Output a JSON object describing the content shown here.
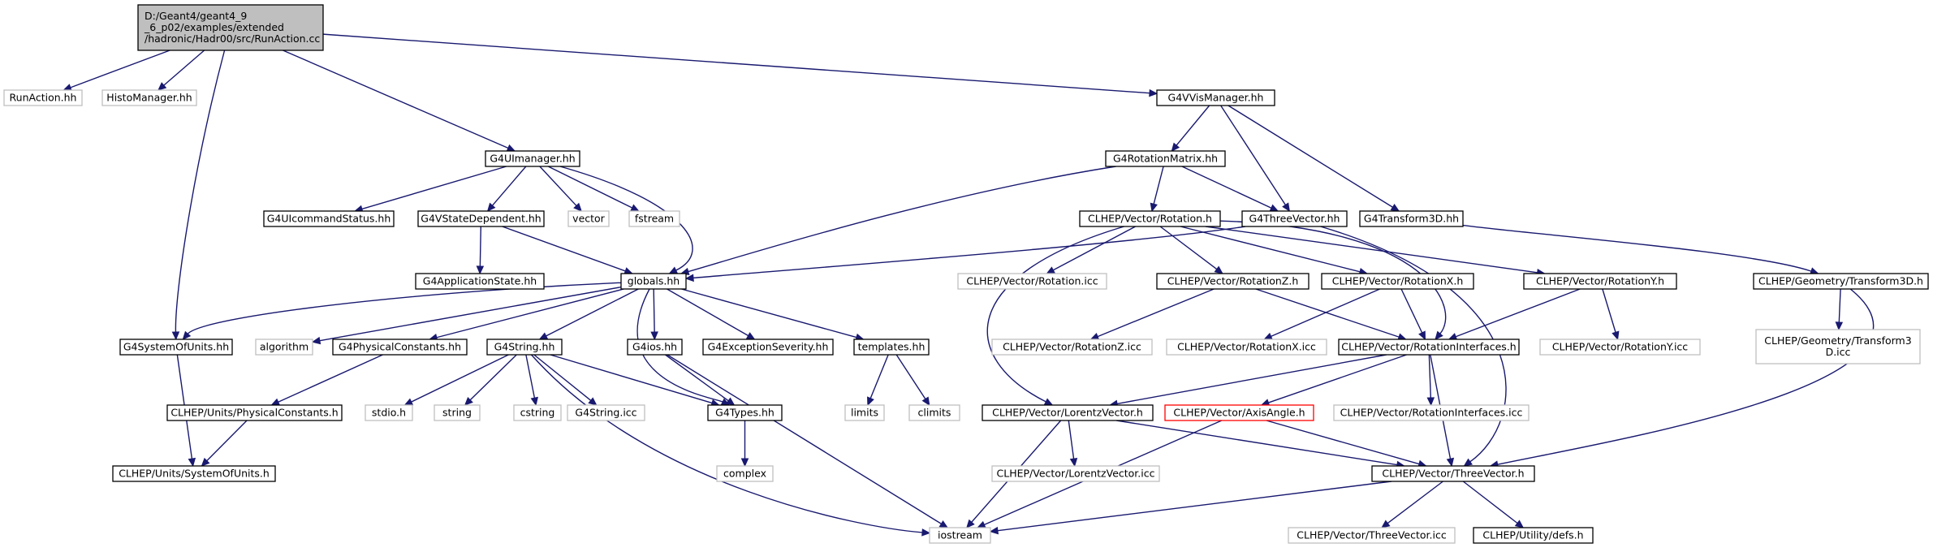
{
  "diagram": {
    "colors": {
      "root_fill": "#bfbfbf",
      "documented_border": "#000000",
      "undocumented_border": "#bfbfbf",
      "incomplete_border": "#ff0000",
      "edge": "#191970"
    },
    "nodes": {
      "root": {
        "lines": [
          "D:/Geant4/geant4_9",
          "_6_p02/examples/extended",
          "/hadronic/Hadr00/src/RunAction.cc"
        ],
        "kind": "root"
      },
      "runaction_hh": {
        "lines": [
          "RunAction.hh"
        ],
        "kind": "undoc"
      },
      "histomanager_hh": {
        "lines": [
          "HistoManager.hh"
        ],
        "kind": "undoc"
      },
      "g4uimanager_hh": {
        "lines": [
          "G4UImanager.hh"
        ],
        "kind": "doc"
      },
      "g4systemofunits_hh": {
        "lines": [
          "G4SystemOfUnits.hh"
        ],
        "kind": "doc"
      },
      "g4vvismanager_hh": {
        "lines": [
          "G4VVisManager.hh"
        ],
        "kind": "doc"
      },
      "g4uicommandstatus_hh": {
        "lines": [
          "G4UIcommandStatus.hh"
        ],
        "kind": "doc"
      },
      "g4vstatedependent_hh": {
        "lines": [
          "G4VStateDependent.hh"
        ],
        "kind": "doc"
      },
      "vector": {
        "lines": [
          "vector"
        ],
        "kind": "undoc"
      },
      "fstream": {
        "lines": [
          "fstream"
        ],
        "kind": "undoc"
      },
      "globals_hh": {
        "lines": [
          "globals.hh"
        ],
        "kind": "doc"
      },
      "g4applicationstate_hh": {
        "lines": [
          "G4ApplicationState.hh"
        ],
        "kind": "doc"
      },
      "algorithm": {
        "lines": [
          "algorithm"
        ],
        "kind": "undoc"
      },
      "g4physicalconstants_hh": {
        "lines": [
          "G4PhysicalConstants.hh"
        ],
        "kind": "doc"
      },
      "g4string_hh": {
        "lines": [
          "G4String.hh"
        ],
        "kind": "doc"
      },
      "g4ios_hh": {
        "lines": [
          "G4ios.hh"
        ],
        "kind": "doc"
      },
      "g4exceptionseverity_hh": {
        "lines": [
          "G4ExceptionSeverity.hh"
        ],
        "kind": "doc"
      },
      "templates_hh": {
        "lines": [
          "templates.hh"
        ],
        "kind": "doc"
      },
      "clhep_units_physicalconstants_h": {
        "lines": [
          "CLHEP/Units/PhysicalConstants.h"
        ],
        "kind": "doc"
      },
      "clhep_units_systemofunits_h": {
        "lines": [
          "CLHEP/Units/SystemOfUnits.h"
        ],
        "kind": "doc"
      },
      "stdio_h": {
        "lines": [
          "stdio.h"
        ],
        "kind": "undoc"
      },
      "string": {
        "lines": [
          "string"
        ],
        "kind": "undoc"
      },
      "cstring": {
        "lines": [
          "cstring"
        ],
        "kind": "undoc"
      },
      "g4string_icc": {
        "lines": [
          "G4String.icc"
        ],
        "kind": "undoc"
      },
      "g4types_hh": {
        "lines": [
          "G4Types.hh"
        ],
        "kind": "doc"
      },
      "complex": {
        "lines": [
          "complex"
        ],
        "kind": "undoc"
      },
      "limits": {
        "lines": [
          "limits"
        ],
        "kind": "undoc"
      },
      "climits": {
        "lines": [
          "climits"
        ],
        "kind": "undoc"
      },
      "iostream": {
        "lines": [
          "iostream"
        ],
        "kind": "undoc"
      },
      "g4rotationmatrix_hh": {
        "lines": [
          "G4RotationMatrix.hh"
        ],
        "kind": "doc"
      },
      "clhep_vector_rotation_h": {
        "lines": [
          "CLHEP/Vector/Rotation.h"
        ],
        "kind": "doc"
      },
      "g4threevector_hh": {
        "lines": [
          "G4ThreeVector.hh"
        ],
        "kind": "doc"
      },
      "g4transform3d_hh": {
        "lines": [
          "G4Transform3D.hh"
        ],
        "kind": "doc"
      },
      "clhep_vector_rotation_icc": {
        "lines": [
          "CLHEP/Vector/Rotation.icc"
        ],
        "kind": "undoc"
      },
      "clhep_vector_rotationz_h": {
        "lines": [
          "CLHEP/Vector/RotationZ.h"
        ],
        "kind": "doc"
      },
      "clhep_vector_rotationx_h": {
        "lines": [
          "CLHEP/Vector/RotationX.h"
        ],
        "kind": "doc"
      },
      "clhep_vector_rotationy_h": {
        "lines": [
          "CLHEP/Vector/RotationY.h"
        ],
        "kind": "doc"
      },
      "clhep_geometry_transform3d_h": {
        "lines": [
          "CLHEP/Geometry/Transform3D.h"
        ],
        "kind": "doc"
      },
      "clhep_vector_rotationz_icc": {
        "lines": [
          "CLHEP/Vector/RotationZ.icc"
        ],
        "kind": "undoc"
      },
      "clhep_vector_rotationx_icc": {
        "lines": [
          "CLHEP/Vector/RotationX.icc"
        ],
        "kind": "undoc"
      },
      "clhep_vector_rotationinterfaces_h": {
        "lines": [
          "CLHEP/Vector/RotationInterfaces.h"
        ],
        "kind": "doc"
      },
      "clhep_vector_rotationy_icc": {
        "lines": [
          "CLHEP/Vector/RotationY.icc"
        ],
        "kind": "undoc"
      },
      "clhep_geometry_transform3d_icc": {
        "lines": [
          "CLHEP/Geometry/Transform3",
          "D.icc"
        ],
        "kind": "undoc"
      },
      "clhep_vector_lorentzvector_h": {
        "lines": [
          "CLHEP/Vector/LorentzVector.h"
        ],
        "kind": "doc"
      },
      "clhep_vector_axisangle_h": {
        "lines": [
          "CLHEP/Vector/AxisAngle.h"
        ],
        "kind": "incomplete"
      },
      "clhep_vector_rotationinterfaces_icc": {
        "lines": [
          "CLHEP/Vector/RotationInterfaces.icc"
        ],
        "kind": "undoc"
      },
      "clhep_vector_lorentzvector_icc": {
        "lines": [
          "CLHEP/Vector/LorentzVector.icc"
        ],
        "kind": "undoc"
      },
      "clhep_vector_threevector_h": {
        "lines": [
          "CLHEP/Vector/ThreeVector.h"
        ],
        "kind": "doc"
      },
      "clhep_vector_threevector_icc": {
        "lines": [
          "CLHEP/Vector/ThreeVector.icc"
        ],
        "kind": "undoc"
      },
      "clhep_utility_defs_h": {
        "lines": [
          "CLHEP/Utility/defs.h"
        ],
        "kind": "doc"
      }
    },
    "edges": [
      [
        "root",
        "runaction_hh"
      ],
      [
        "root",
        "histomanager_hh"
      ],
      [
        "root",
        "g4uimanager_hh"
      ],
      [
        "root",
        "g4systemofunits_hh"
      ],
      [
        "root",
        "g4vvismanager_hh"
      ],
      [
        "g4uimanager_hh",
        "g4uicommandstatus_hh"
      ],
      [
        "g4uimanager_hh",
        "g4vstatedependent_hh"
      ],
      [
        "g4uimanager_hh",
        "vector"
      ],
      [
        "g4uimanager_hh",
        "fstream"
      ],
      [
        "g4uimanager_hh",
        "globals_hh"
      ],
      [
        "g4vstatedependent_hh",
        "g4applicationstate_hh"
      ],
      [
        "g4vstatedependent_hh",
        "globals_hh"
      ],
      [
        "globals_hh",
        "g4systemofunits_hh"
      ],
      [
        "globals_hh",
        "algorithm"
      ],
      [
        "globals_hh",
        "g4physicalconstants_hh"
      ],
      [
        "globals_hh",
        "g4string_hh"
      ],
      [
        "globals_hh",
        "g4ios_hh"
      ],
      [
        "globals_hh",
        "g4exceptionseverity_hh"
      ],
      [
        "globals_hh",
        "templates_hh"
      ],
      [
        "globals_hh",
        "g4types_hh"
      ],
      [
        "g4systemofunits_hh",
        "clhep_units_systemofunits_h"
      ],
      [
        "g4physicalconstants_hh",
        "clhep_units_physicalconstants_h"
      ],
      [
        "clhep_units_physicalconstants_h",
        "clhep_units_systemofunits_h"
      ],
      [
        "g4string_hh",
        "stdio_h"
      ],
      [
        "g4string_hh",
        "string"
      ],
      [
        "g4string_hh",
        "cstring"
      ],
      [
        "g4string_hh",
        "g4string_icc"
      ],
      [
        "g4string_hh",
        "g4types_hh"
      ],
      [
        "g4string_hh",
        "iostream"
      ],
      [
        "g4ios_hh",
        "g4types_hh"
      ],
      [
        "g4ios_hh",
        "iostream"
      ],
      [
        "g4types_hh",
        "complex"
      ],
      [
        "templates_hh",
        "limits"
      ],
      [
        "templates_hh",
        "climits"
      ],
      [
        "g4vvismanager_hh",
        "g4rotationmatrix_hh"
      ],
      [
        "g4vvismanager_hh",
        "g4threevector_hh"
      ],
      [
        "g4vvismanager_hh",
        "g4transform3d_hh"
      ],
      [
        "g4rotationmatrix_hh",
        "globals_hh"
      ],
      [
        "g4rotationmatrix_hh",
        "clhep_vector_rotation_h"
      ],
      [
        "g4rotationmatrix_hh",
        "g4threevector_hh"
      ],
      [
        "g4threevector_hh",
        "globals_hh"
      ],
      [
        "g4threevector_hh",
        "clhep_vector_threevector_h"
      ],
      [
        "g4transform3d_hh",
        "clhep_geometry_transform3d_h"
      ],
      [
        "clhep_vector_rotation_h",
        "clhep_vector_rotation_icc"
      ],
      [
        "clhep_vector_rotation_h",
        "clhep_vector_rotationz_h"
      ],
      [
        "clhep_vector_rotation_h",
        "clhep_vector_rotationx_h"
      ],
      [
        "clhep_vector_rotation_h",
        "clhep_vector_rotationy_h"
      ],
      [
        "clhep_vector_rotation_h",
        "clhep_vector_rotationinterfaces_h"
      ],
      [
        "clhep_vector_rotation_h",
        "clhep_vector_lorentzvector_h"
      ],
      [
        "clhep_vector_rotationz_h",
        "clhep_vector_rotationz_icc"
      ],
      [
        "clhep_vector_rotationz_h",
        "clhep_vector_rotationinterfaces_h"
      ],
      [
        "clhep_vector_rotationx_h",
        "clhep_vector_rotationx_icc"
      ],
      [
        "clhep_vector_rotationx_h",
        "clhep_vector_rotationinterfaces_h"
      ],
      [
        "clhep_vector_rotationy_h",
        "clhep_vector_rotationy_icc"
      ],
      [
        "clhep_vector_rotationy_h",
        "clhep_vector_rotationinterfaces_h"
      ],
      [
        "clhep_geometry_transform3d_h",
        "clhep_geometry_transform3d_icc"
      ],
      [
        "clhep_geometry_transform3d_h",
        "clhep_vector_threevector_h"
      ],
      [
        "clhep_vector_rotationinterfaces_h",
        "clhep_vector_lorentzvector_h"
      ],
      [
        "clhep_vector_rotationinterfaces_h",
        "clhep_vector_axisangle_h"
      ],
      [
        "clhep_vector_rotationinterfaces_h",
        "clhep_vector_rotationinterfaces_icc"
      ],
      [
        "clhep_vector_rotationinterfaces_h",
        "clhep_vector_threevector_h"
      ],
      [
        "clhep_vector_lorentzvector_h",
        "clhep_vector_lorentzvector_icc"
      ],
      [
        "clhep_vector_lorentzvector_h",
        "clhep_vector_threevector_h"
      ],
      [
        "clhep_vector_lorentzvector_h",
        "iostream"
      ],
      [
        "clhep_vector_axisangle_h",
        "clhep_vector_threevector_h"
      ],
      [
        "clhep_vector_axisangle_h",
        "iostream"
      ],
      [
        "clhep_vector_threevector_h",
        "iostream"
      ],
      [
        "clhep_vector_threevector_h",
        "clhep_vector_threevector_icc"
      ],
      [
        "clhep_vector_threevector_h",
        "clhep_utility_defs_h"
      ]
    ]
  }
}
